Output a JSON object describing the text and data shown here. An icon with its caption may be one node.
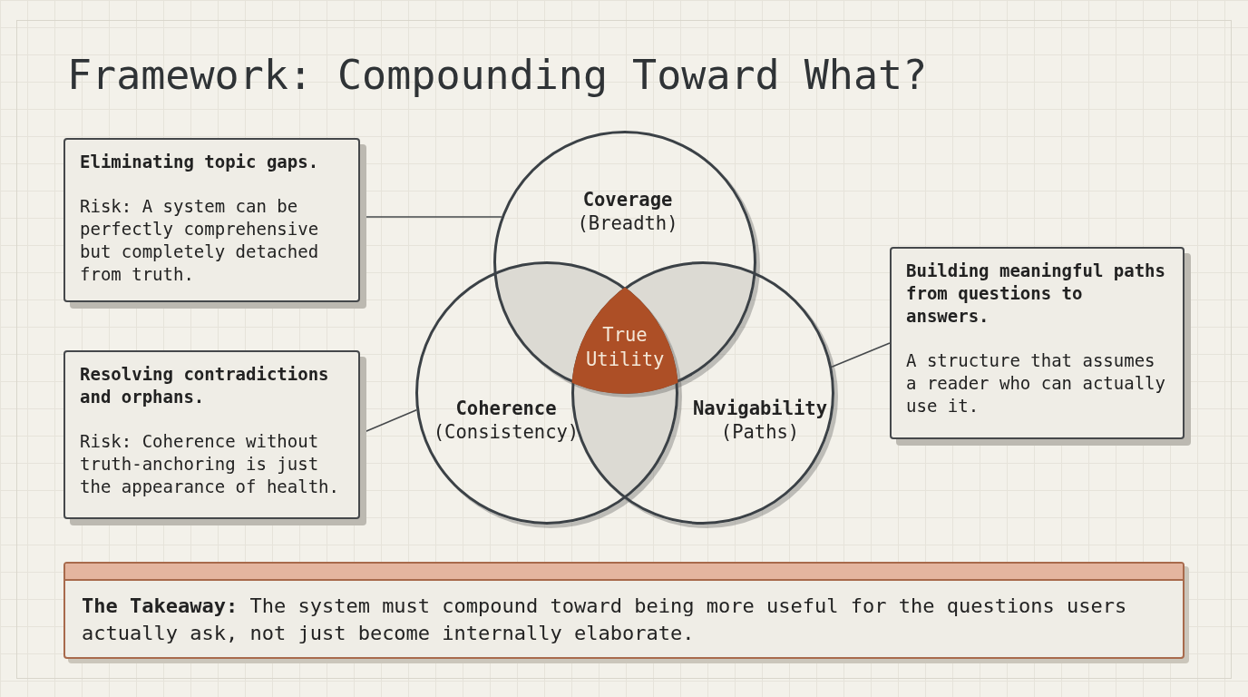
{
  "diagram": {
    "title": "Framework: Compounding Toward What?",
    "nodes": [
      {
        "text": [
          "Eliminating topic gaps.",
          "Risk: A system can be perfectly comprehensive but completely detached from truth."
        ]
      },
      {
        "text": [
          "Resolving contradictions and orphans.",
          "Risk: Coherence without truth-anchoring is just the appearance of health."
        ]
      },
      {
        "text": [
          "Coverage",
          "(Breadth)"
        ]
      },
      {
        "text": [
          "Coherence",
          "(Consistency)"
        ]
      },
      {
        "text": [
          "Navigability",
          "(Paths)"
        ]
      },
      {
        "text": [
          "True Utility"
        ]
      },
      {
        "text": [
          "Building meaningful paths from questions to answers.",
          "A structure that assumes a reader who can actually use it."
        ]
      },
      {
        "text": [
          "**The Takeaway:** The system must compound toward being more useful for the questions users actually ask, not just become internally elaborate."
        ]
      }
    ],
    "edges": [
      {
        "from": 0,
        "to": 2,
        "arrow": "none"
      },
      {
        "from": 1,
        "to": 3,
        "arrow": "none"
      },
      {
        "from": 6,
        "to": 4,
        "arrow": "none"
      }
    ]
  }
}
